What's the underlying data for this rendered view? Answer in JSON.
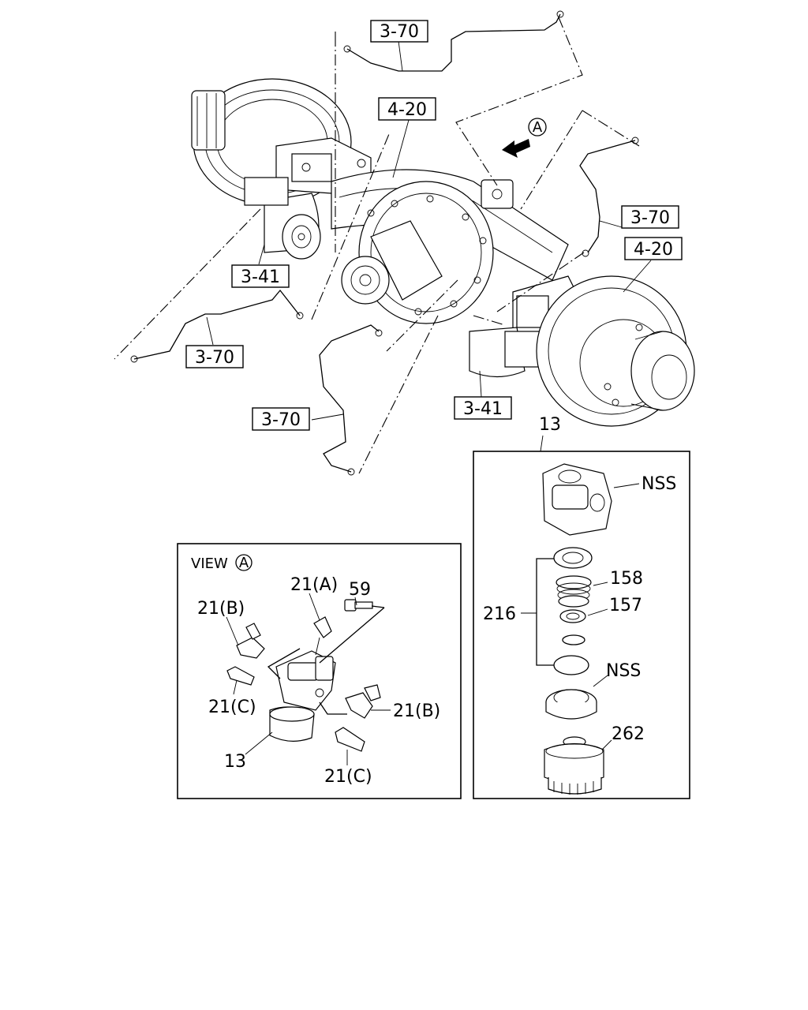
{
  "callouts": {
    "c370_top": "3-70",
    "c420_top": "4-20",
    "c370_right": "3-70",
    "c420_right": "4-20",
    "c341_left": "3-41",
    "c370_left": "3-70",
    "c370_bottom": "3-70",
    "c341_right": "3-41"
  },
  "view_marker": {
    "letter": "A"
  },
  "view_panel": {
    "title": "VIEW",
    "letter": "A",
    "labels": {
      "p59": "59",
      "p21a": "21(A)",
      "p21b_left": "21(B)",
      "p21c_left": "21(C)",
      "p21b_right": "21(B)",
      "p13": "13",
      "p21c_bottom": "21(C)"
    }
  },
  "exploded_panel": {
    "ref": "13",
    "labels": {
      "nss_top": "NSS",
      "p158": "158",
      "p157": "157",
      "p216": "216",
      "nss_mid": "NSS",
      "p262": "262"
    }
  }
}
